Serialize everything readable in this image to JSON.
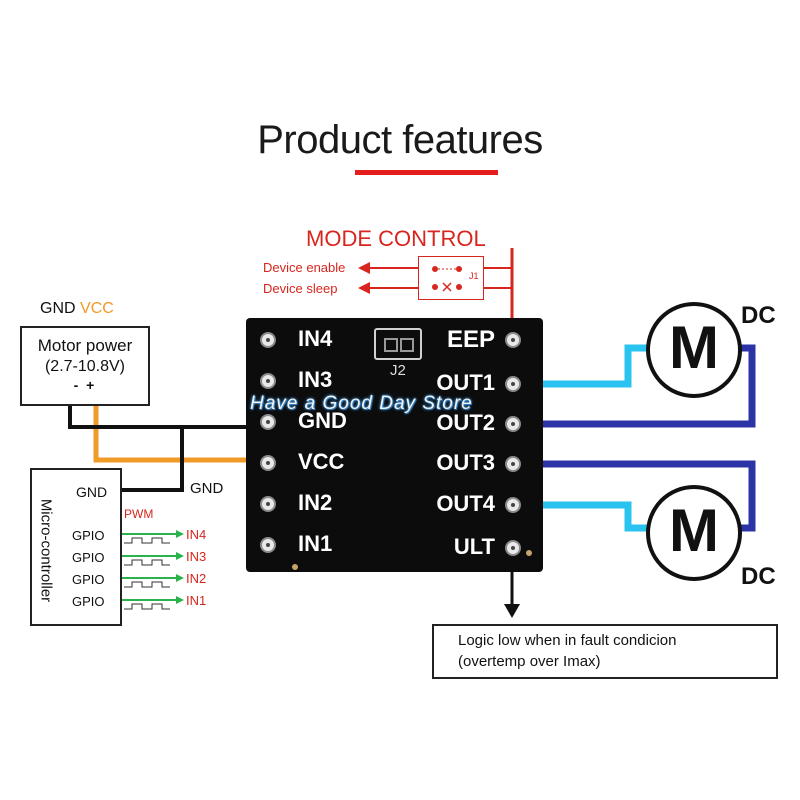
{
  "title": "Product features",
  "mode_control": {
    "label": "MODE CONTROL",
    "device_enable": "Device enable",
    "device_sleep": "Device sleep",
    "jumper_label": "J1"
  },
  "board": {
    "left_pins": [
      "IN4",
      "IN3",
      "GND",
      "VCC",
      "IN2",
      "IN1"
    ],
    "right_pins": [
      "EEP",
      "OUT1",
      "OUT2",
      "OUT3",
      "OUT4",
      "ULT"
    ],
    "jumper_label": "J2"
  },
  "motor_power": {
    "header_gnd": "GND",
    "header_vcc": "VCC",
    "title": "Motor power",
    "range": "(2.7-10.8V)",
    "polarity": "-  +"
  },
  "microcontroller": {
    "label": "Micro-controller",
    "gnd": "GND",
    "pwm": "PWM",
    "gpio_rows": [
      {
        "gpio": "GPIO",
        "input": "IN4"
      },
      {
        "gpio": "GPIO",
        "input": "IN3"
      },
      {
        "gpio": "GPIO",
        "input": "IN2"
      },
      {
        "gpio": "GPIO",
        "input": "IN1"
      }
    ]
  },
  "gnd_wire_label": "GND",
  "motors": [
    {
      "symbol": "M",
      "label": "DC"
    },
    {
      "symbol": "M",
      "label": "DC"
    }
  ],
  "fault": {
    "line1": "Logic low when in fault condicion",
    "line2": "(overtemp over Imax)"
  },
  "watermark": "Have a Good Day Store",
  "colors": {
    "red": "#d8261e",
    "orange": "#f09a28",
    "cyan": "#29c3ef",
    "navy": "#2b33a6",
    "green": "#29b34a",
    "board": "#0c0c0d"
  }
}
